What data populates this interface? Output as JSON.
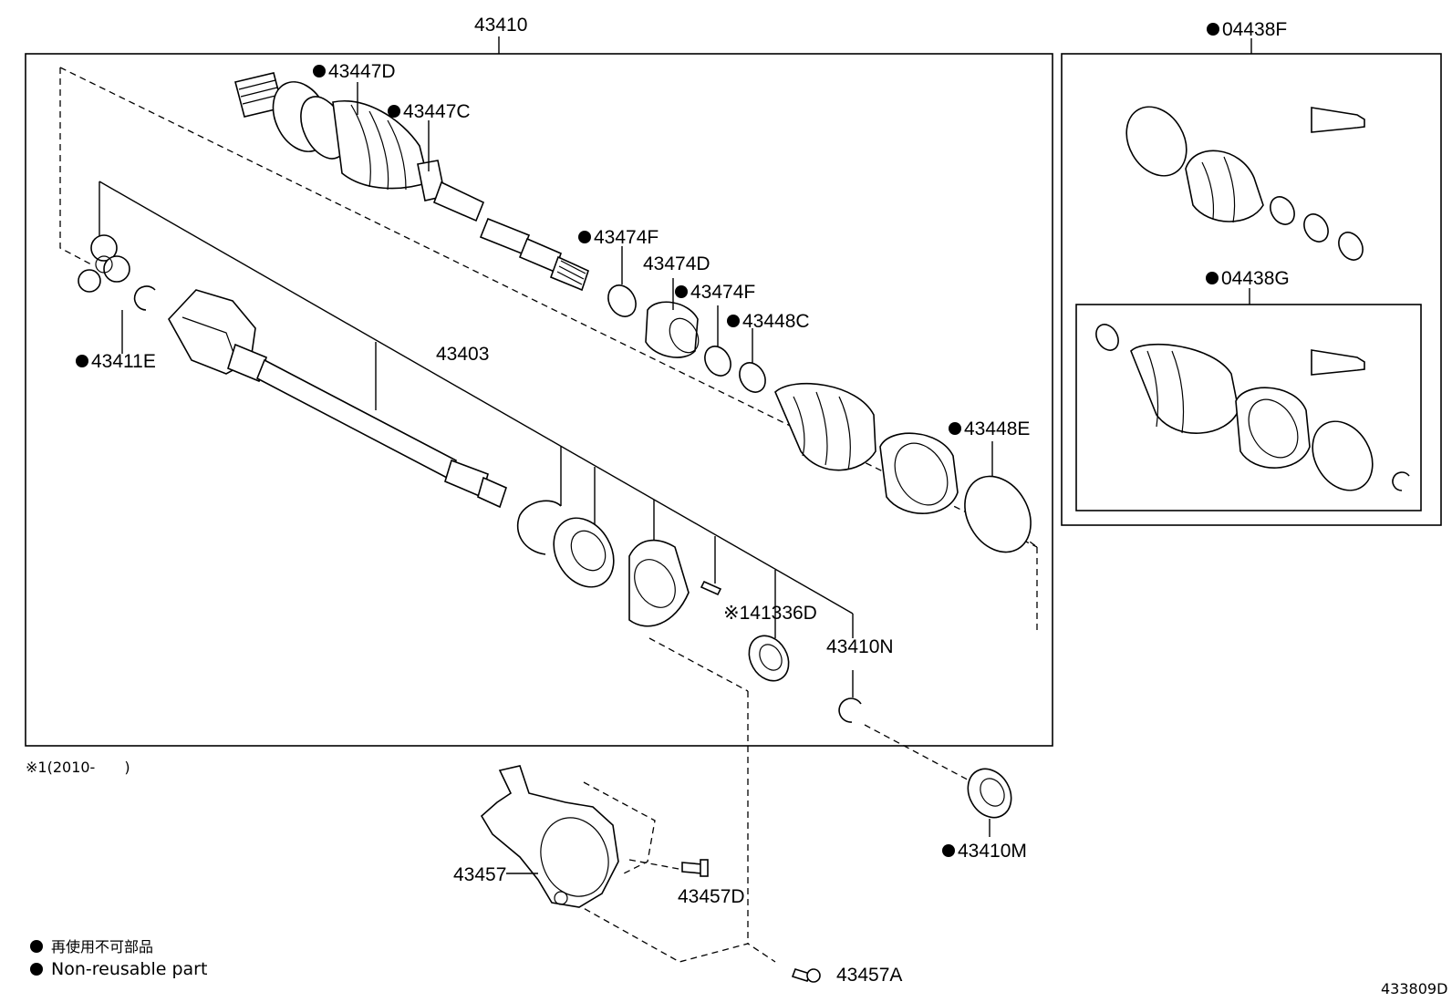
{
  "diagram": {
    "labels": {
      "p43410": "43410",
      "p43447D": "43447D",
      "p43447C": "43447C",
      "p43474F_a": "43474F",
      "p43474D": "43474D",
      "p43474F_b": "43474F",
      "p43448C": "43448C",
      "p43411E": "43411E",
      "p43403": "43403",
      "p43448E": "43448E",
      "p141336D": "※141336D",
      "p43410N": "43410N",
      "p43410M": "43410M",
      "p43457": "43457",
      "p43457D": "43457D",
      "p43457A": "43457A",
      "p04438F": "04438F",
      "p04438G": "04438G"
    },
    "footnote": "※1(2010-　　)",
    "legend": {
      "japanese": "再使用不可部品",
      "english": "Non-reusable part"
    },
    "drawing_number": "433809D"
  }
}
